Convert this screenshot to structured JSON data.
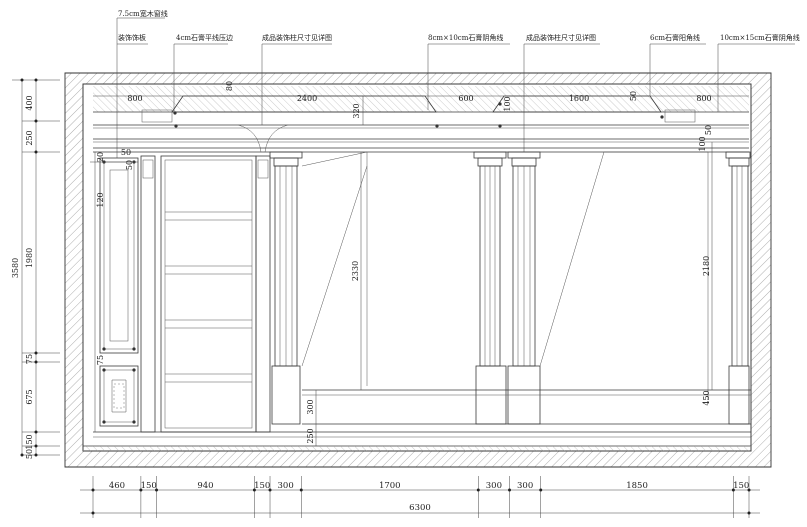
{
  "annotations": {
    "a1": "7.5cm宽木窗线",
    "a2": "装饰饰板",
    "a3": "4cm石膏平线压边",
    "a4": "成品装饰柱尺寸见详图",
    "a5": "8cm×10cm石膏阴角线",
    "a6": "成品装饰柱尺寸见详图",
    "a7": "6cm石膏阳角线",
    "a8": "10cm×15cm石膏阴角线"
  },
  "left_dims": {
    "d400": "400",
    "d250": "250",
    "d1980": "1980",
    "d3580": "3580",
    "d75": "75",
    "d675": "675",
    "d50": "50",
    "d150": "150"
  },
  "ceiling_dims": {
    "d800l": "800",
    "d80": "80",
    "d2400": "2400",
    "d320": "320",
    "d600": "600",
    "d100": "100",
    "d1600": "1600",
    "d50": "50",
    "d800r": "800"
  },
  "inner_dims": {
    "d20": "20",
    "d50a": "50",
    "d50b": "50",
    "d120": "120",
    "d75": "75",
    "d2330": "2330",
    "d300": "300",
    "d250": "250",
    "d2180": "2180",
    "d450": "450",
    "d100": "100",
    "d50": "50"
  },
  "bottom_dims": {
    "segments": [
      "460",
      "150",
      "940",
      "150",
      "300",
      "1700",
      "300",
      "300",
      "1850",
      "150"
    ],
    "total": "6300"
  }
}
